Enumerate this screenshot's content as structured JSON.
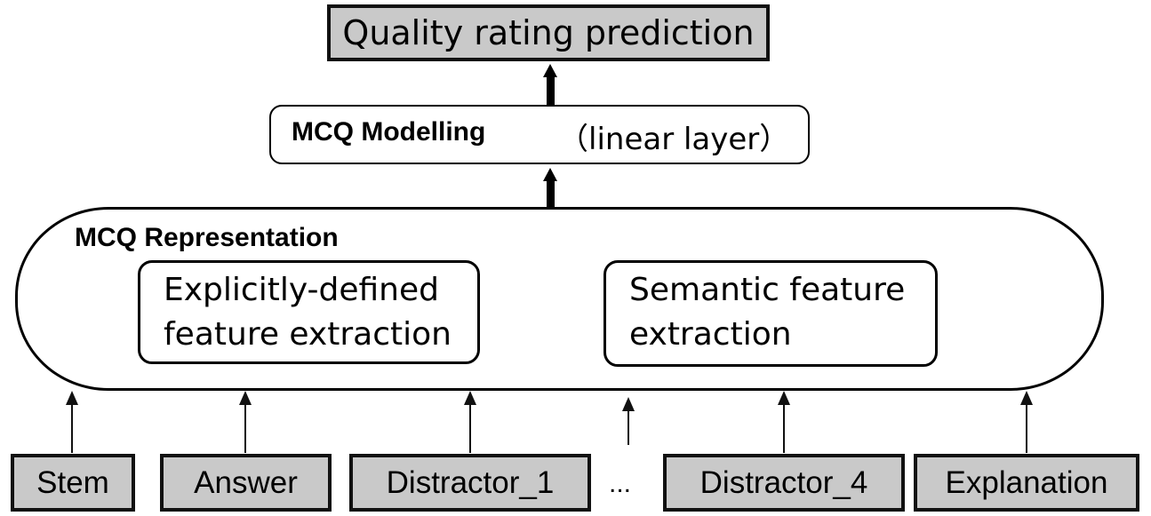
{
  "output": {
    "label": "Quality rating prediction"
  },
  "modelling": {
    "title": "MCQ Modelling",
    "note": "（linear layer）"
  },
  "representation": {
    "title": "MCQ Representation",
    "explicit_line1": "Explicitly-defined",
    "explicit_line2": "feature extraction",
    "semantic_line1": "Semantic feature",
    "semantic_line2": "extraction"
  },
  "inputs": {
    "stem": "Stem",
    "answer": "Answer",
    "distractor_1": "Distractor_1",
    "ellipsis": "...",
    "distractor_4": "Distractor_4",
    "explanation": "Explanation"
  }
}
